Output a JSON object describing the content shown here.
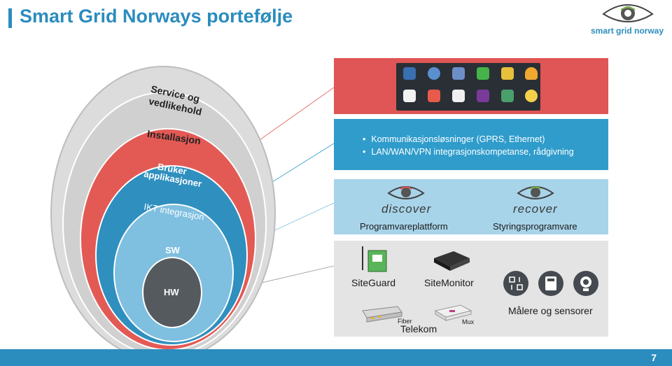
{
  "title": "Smart Grid Norways portefølje",
  "logo_text": "smart grid norway",
  "rings": {
    "service": "Service og vedlikehold",
    "service_line1": "Service og",
    "service_line2": "vedlikehold",
    "installasjon": "Installasjon",
    "bruker_line1": "Bruker",
    "bruker_line2": "applikasjoner",
    "ikt": "IKT integrasjon",
    "sw": "SW",
    "hw": "HW"
  },
  "comm_panel": {
    "bullets": [
      "Kommunikasjonsløsninger (GPRS, Ethernet)",
      "LAN/WAN/VPN integrasjonskompetanse, rådgivning"
    ]
  },
  "software_panel": {
    "discover_logo": "discover",
    "recover_logo": "recover",
    "discover_caption": "Programvareplattform",
    "recover_caption": "Styringsprogramvare"
  },
  "hardware_panel": {
    "siteguard": "SiteGuard",
    "sitemonitor": "SiteMonitor",
    "sensors": "Målere og sensorer",
    "telekom": "Telekom",
    "fiber": "Fiber",
    "mux": "Mux"
  },
  "page_number": "7",
  "colors": {
    "brand_blue": "#2b8cbe",
    "red": "#e05555",
    "light_blue": "#a8d4ea",
    "gray": "#e4e4e4"
  }
}
